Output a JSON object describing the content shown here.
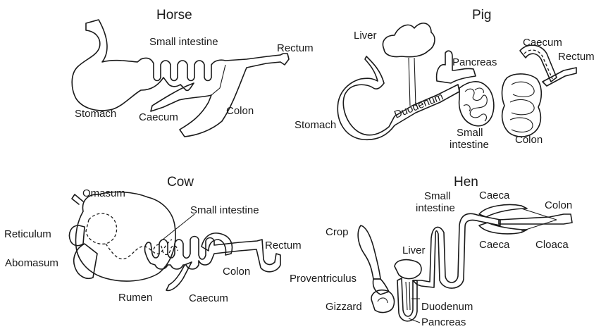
{
  "diagrams": {
    "horse": {
      "title": "Horse",
      "labels": {
        "small_intestine": "Small intestine",
        "rectum": "Rectum",
        "stomach": "Stomach",
        "caecum": "Caecum",
        "colon": "Colon"
      }
    },
    "pig": {
      "title": "Pig",
      "labels": {
        "liver": "Liver",
        "caecum": "Caecum",
        "rectum": "Rectum",
        "pancreas": "Pancreas",
        "stomach": "Stomach",
        "duodenum": "Duodenum",
        "small": "Small",
        "intestine": "intestine",
        "colon": "Colon"
      }
    },
    "cow": {
      "title": "Cow",
      "labels": {
        "omasum": "Omasum",
        "small_intestine": "Small intestine",
        "reticulum": "Reticulum",
        "abomasum": "Abomasum",
        "rumen": "Rumen",
        "rectum": "Rectum",
        "colon": "Colon",
        "caecum": "Caecum"
      }
    },
    "hen": {
      "title": "Hen",
      "labels": {
        "small": "Small",
        "intestine": "intestine",
        "caeca_top": "Caeca",
        "colon": "Colon",
        "crop": "Crop",
        "liver": "Liver",
        "caeca_bottom": "Caeca",
        "cloaca": "Cloaca",
        "proventriculus": "Proventriculus",
        "gizzard": "Gizzard",
        "duodenum": "Duodenum",
        "pancreas": "Pancreas"
      }
    }
  }
}
